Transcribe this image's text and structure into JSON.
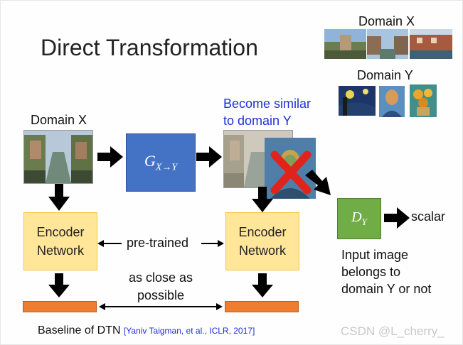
{
  "title": "Direct Transformation",
  "top_right": {
    "domain_x_label": "Domain X",
    "domain_y_label": "Domain Y"
  },
  "flow": {
    "domain_x_label": "Domain X",
    "generator_label": "G",
    "generator_sub": "X→Y",
    "become_similar": [
      "Become similar",
      "to domain Y"
    ],
    "discriminator_label": "D",
    "discriminator_sub": "Y",
    "scalar_label": "scalar",
    "input_image_text": [
      "Input image",
      "belongs to",
      "domain Y or not"
    ]
  },
  "encoder": {
    "left_lines": [
      "Encoder",
      "Network"
    ],
    "right_lines": [
      "Encoder",
      "Network"
    ],
    "pretrained_label": "pre-trained",
    "close_lines": [
      "as close as",
      "possible"
    ]
  },
  "caption": {
    "text": "Baseline of DTN",
    "citation": "[Yaniv Taigman, et al., ICLR, 2017]"
  },
  "watermark": "CSDN @L_cherry_",
  "colors": {
    "generator": "#4472c4",
    "discriminator": "#70ad47",
    "encoder": "#ffe699",
    "feature_bar": "#ed7d31",
    "cross": "#e0241b"
  }
}
